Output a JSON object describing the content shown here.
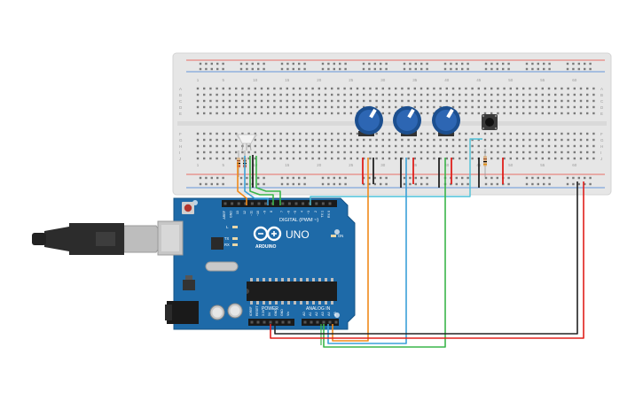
{
  "colors": {
    "board_blue": "#1e6aa8",
    "board_blue_dark": "#155487",
    "breadboard": "#e6e6e6",
    "rail_red": "#e8453c",
    "rail_blue": "#3d7bd6",
    "wire_orange": "#f08a1a",
    "wire_blue": "#3aa0d8",
    "wire_green": "#3ab54a",
    "wire_red": "#e0201c",
    "wire_black": "#222222",
    "wire_cyan": "#4cc0d8",
    "pot_knob": "#2d66b3"
  },
  "icons": {
    "usb_plug": "usb-cable-icon",
    "led": "rgb-led-icon",
    "potentiometer": "potentiometer-icon",
    "button": "pushbutton-icon"
  },
  "breadboard": {
    "row_letters_top": [
      "A",
      "B",
      "C",
      "D",
      "E"
    ],
    "row_letters_bottom": [
      "F",
      "G",
      "H",
      "I",
      "J"
    ],
    "column_numbers": [
      "1",
      "5",
      "10",
      "15",
      "20",
      "25",
      "30",
      "35",
      "40",
      "45",
      "50",
      "55",
      "60"
    ]
  },
  "arduino": {
    "logo_text": "ARDUINO",
    "model": "UNO",
    "digital_label": "DIGITAL (PWM ~)",
    "power_label": "POWER",
    "analog_label": "ANALOG IN",
    "on_label": "ON",
    "l_label": "L",
    "tx_label": "TX",
    "rx_label": "RX",
    "digital_pins": [
      "AREF",
      "GND",
      "13",
      "12",
      "~11",
      "~10",
      "~9",
      "8",
      "7",
      "~6",
      "~5",
      "4",
      "~3",
      "2",
      "TX 1",
      "RX 0"
    ],
    "power_pins": [
      "IOREF",
      "RESET",
      "3.3V",
      "5V",
      "GND",
      "GND",
      "Vin"
    ],
    "analog_pins": [
      "A0",
      "A1",
      "A2",
      "A3",
      "A4",
      "A5"
    ]
  }
}
